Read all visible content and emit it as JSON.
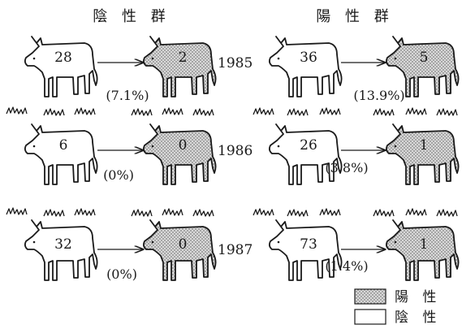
{
  "groups": {
    "negative": {
      "title": "陰 性 群"
    },
    "positive": {
      "title": "陽 性 群"
    }
  },
  "rows": [
    {
      "year": "1985",
      "negative": {
        "start": "28",
        "end": "2",
        "percent": "(7.1%)"
      },
      "positive": {
        "start": "36",
        "end": "5",
        "percent": "(13.9%)"
      }
    },
    {
      "year": "1986",
      "negative": {
        "start": "6",
        "end": "0",
        "percent": "(0%)"
      },
      "positive": {
        "start": "26",
        "end": "1",
        "percent": "(3.8%)"
      }
    },
    {
      "year": "1987",
      "negative": {
        "start": "32",
        "end": "0",
        "percent": "(0%)"
      },
      "positive": {
        "start": "73",
        "end": "1",
        "percent": "(1.4%)"
      }
    }
  ],
  "legend": {
    "positive_label": "陽 性",
    "negative_label": "陰 性"
  },
  "colors": {
    "line": "#1a1a1a",
    "stipple": "#bdbdbd",
    "background": "#ffffff"
  }
}
